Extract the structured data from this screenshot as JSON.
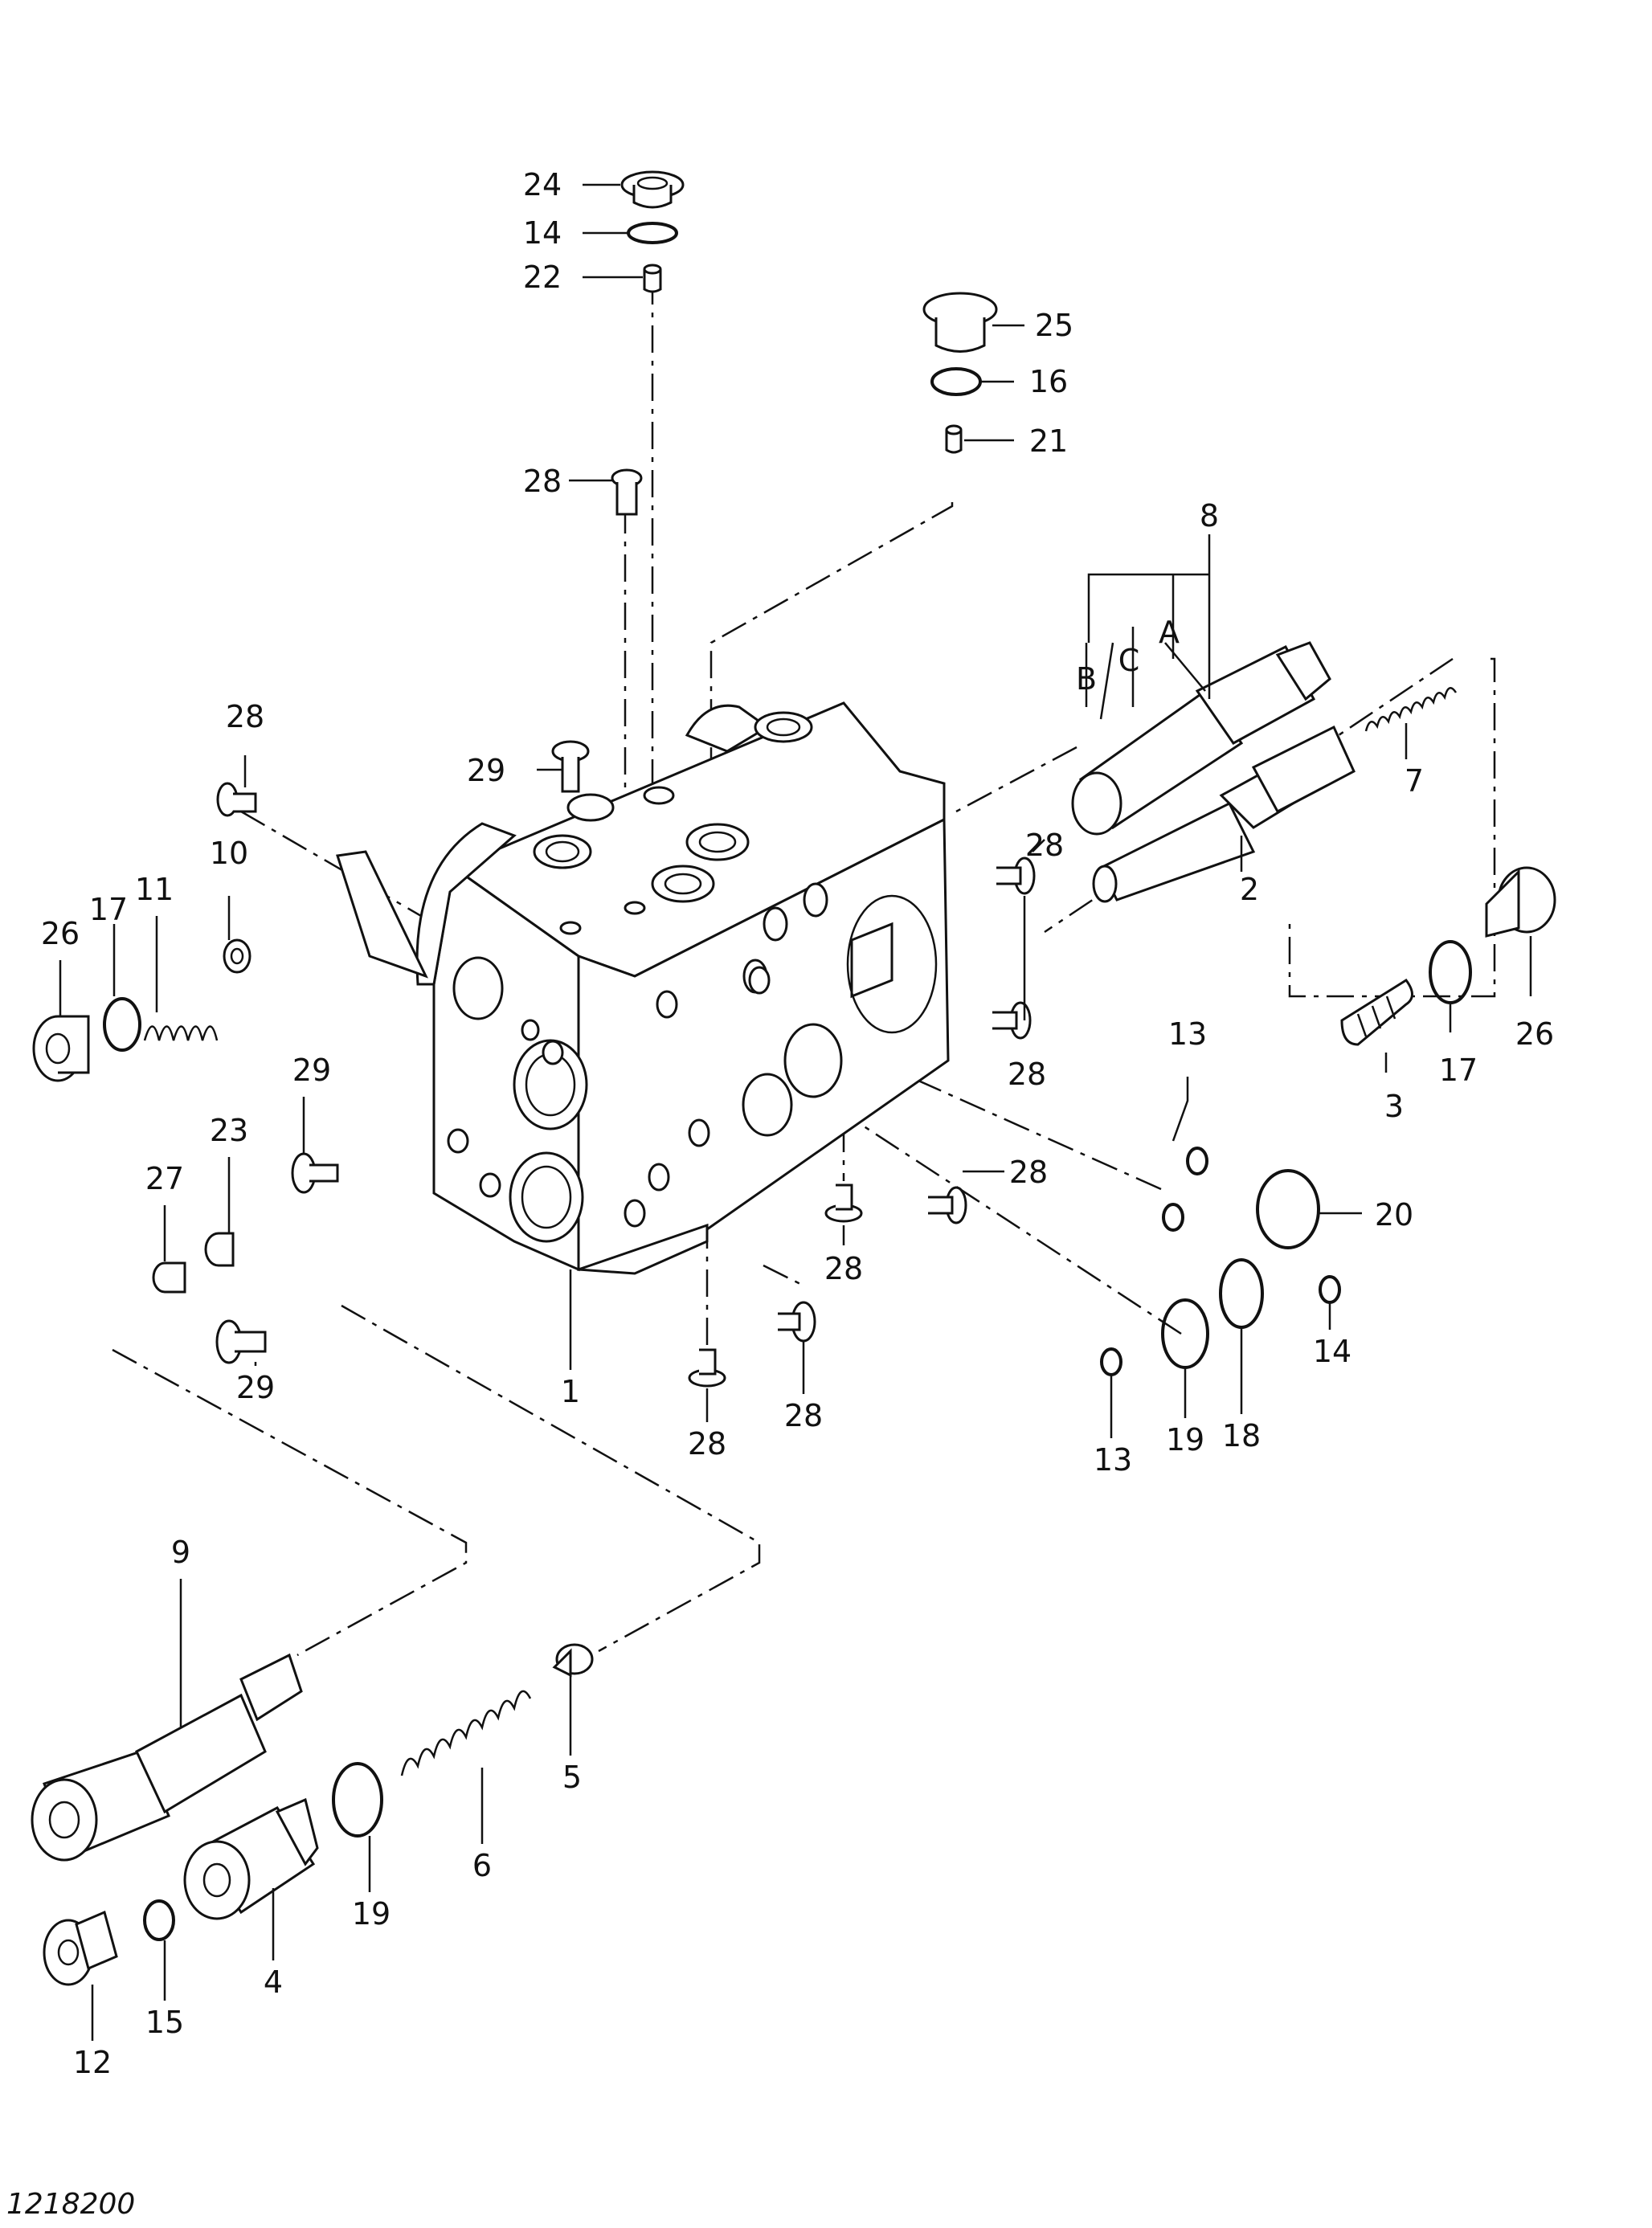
{
  "drawing_number": "1218200",
  "callouts": [
    {
      "id": "c24a",
      "text": "24"
    },
    {
      "id": "c14a",
      "text": "14"
    },
    {
      "id": "c22",
      "text": "22"
    },
    {
      "id": "c25",
      "text": "25"
    },
    {
      "id": "c16",
      "text": "16"
    },
    {
      "id": "c21",
      "text": "21"
    },
    {
      "id": "c28a",
      "text": "28"
    },
    {
      "id": "c8",
      "text": "8"
    },
    {
      "id": "cA",
      "text": "A"
    },
    {
      "id": "cC",
      "text": "C"
    },
    {
      "id": "cB",
      "text": "B"
    },
    {
      "id": "c7",
      "text": "7"
    },
    {
      "id": "c28b",
      "text": "28"
    },
    {
      "id": "c2",
      "text": "2"
    },
    {
      "id": "c29a",
      "text": "29"
    },
    {
      "id": "c28c",
      "text": "28"
    },
    {
      "id": "c26a",
      "text": "26"
    },
    {
      "id": "c17a",
      "text": "17"
    },
    {
      "id": "c11",
      "text": "11"
    },
    {
      "id": "c10",
      "text": "10"
    },
    {
      "id": "c26b",
      "text": "26"
    },
    {
      "id": "c17b",
      "text": "17"
    },
    {
      "id": "c3",
      "text": "3"
    },
    {
      "id": "c28d",
      "text": "28"
    },
    {
      "id": "c13a",
      "text": "13"
    },
    {
      "id": "c29b",
      "text": "29"
    },
    {
      "id": "c23",
      "text": "23"
    },
    {
      "id": "c27",
      "text": "27"
    },
    {
      "id": "c28e",
      "text": "28"
    },
    {
      "id": "c28f",
      "text": "28"
    },
    {
      "id": "c20",
      "text": "20"
    },
    {
      "id": "c29c",
      "text": "29"
    },
    {
      "id": "c1",
      "text": "1"
    },
    {
      "id": "c28g",
      "text": "28"
    },
    {
      "id": "c28h",
      "text": "28"
    },
    {
      "id": "c14b",
      "text": "14"
    },
    {
      "id": "c13b",
      "text": "13"
    },
    {
      "id": "c19a",
      "text": "19"
    },
    {
      "id": "c18",
      "text": "18"
    },
    {
      "id": "c9",
      "text": "9"
    },
    {
      "id": "c5",
      "text": "5"
    },
    {
      "id": "c6",
      "text": "6"
    },
    {
      "id": "c19b",
      "text": "19"
    },
    {
      "id": "c4",
      "text": "4"
    },
    {
      "id": "c15",
      "text": "15"
    },
    {
      "id": "c12",
      "text": "12"
    }
  ]
}
